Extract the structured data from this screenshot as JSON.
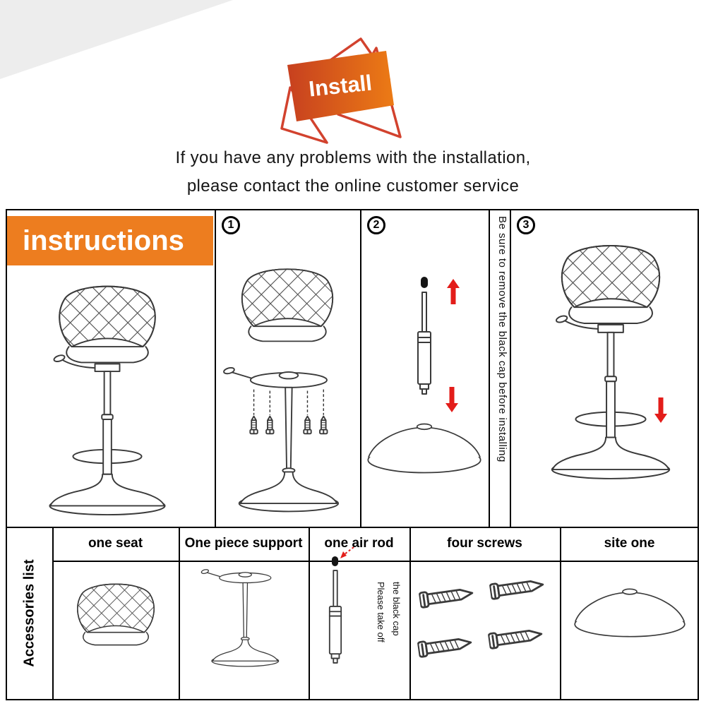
{
  "top": {
    "install_label": "Install",
    "line1": "If you have any problems with the installation,",
    "line2": "please contact the online customer service"
  },
  "instructions": {
    "title": "instructions"
  },
  "steps": {
    "step1": {
      "number": "1"
    },
    "step2": {
      "number": "2",
      "vertical_note": "Be sure to remove the black cap before installing"
    },
    "step3": {
      "number": "3"
    }
  },
  "accessories": {
    "title": "Accessories list",
    "columns": [
      {
        "label": "one seat"
      },
      {
        "label": "One piece support"
      },
      {
        "label": "one air rod",
        "note_line1": "Please take off",
        "note_line2": "the black cap"
      },
      {
        "label": "four screws"
      },
      {
        "label": "site one"
      }
    ]
  },
  "colors": {
    "accent_orange": "#ed7d1f",
    "banner_red": "#d2422e",
    "arrow_red": "#e31d1a",
    "line_gray": "#3a3a3a"
  },
  "graphics": {
    "banner_icon": "star-triangles-icon",
    "up_arrow": "red-up-arrow-icon",
    "down_arrow": "red-down-arrow-icon"
  }
}
